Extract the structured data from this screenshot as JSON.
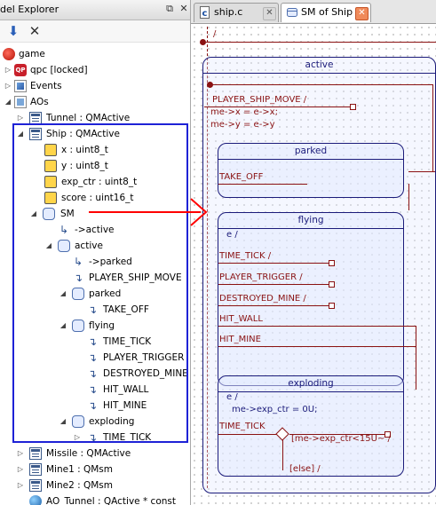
{
  "explorer": {
    "title": "del Explorer",
    "pin_icon": "pin-icon",
    "close_icon": "close-icon",
    "toolbar": {
      "down_icon": "arrow-down-icon",
      "delete_icon": "delete-x-icon"
    }
  },
  "tree": {
    "game": "game",
    "qpc": "qpc [locked]",
    "events": "Events",
    "aos": "AOs",
    "tunnel": "Tunnel : QMActive",
    "ship": "Ship : QMActive",
    "attr_x": "x : uint8_t",
    "attr_y": "y : uint8_t",
    "attr_exp": "exp_ctr : uint8_t",
    "attr_score": "score : uint16_t",
    "sm": "SM",
    "sm_init": "->active",
    "active": "active",
    "active_init": "->parked",
    "player_ship_move": "PLAYER_SHIP_MOVE",
    "parked": "parked",
    "take_off": "TAKE_OFF",
    "flying": "flying",
    "time_tick": "TIME_TICK",
    "player_trigger": "PLAYER_TRIGGER",
    "destroyed_mine": "DESTROYED_MINE",
    "hit_wall": "HIT_WALL",
    "hit_mine": "HIT_MINE",
    "exploding": "exploding",
    "exploding_time_tick": "TIME_TICK",
    "missile": "Missile : QMActive",
    "mine1": "Mine1 : QMsm",
    "mine2": "Mine2 : QMsm",
    "ao_tunnel": "AO_Tunnel : QActive * const"
  },
  "tabs": [
    {
      "label": "ship.c",
      "active": false
    },
    {
      "label": "SM of Ship",
      "active": true
    }
  ],
  "diagram": {
    "top_init": "/",
    "active_name": "active",
    "psm_label": "PLAYER_SHIP_MOVE /",
    "psm_action1": "me->x = e->x;",
    "psm_action2": "me->y = e->y",
    "parked_name": "parked",
    "take_off": "TAKE_OFF",
    "flying_name": "flying",
    "flying_entry": "e /",
    "time_tick": "TIME_TICK /",
    "player_trigger": "PLAYER_TRIGGER /",
    "destroyed_mine": "DESTROYED_MINE /",
    "hit_wall": "HIT_WALL",
    "hit_mine": "HIT_MINE",
    "exploding_name": "exploding",
    "exploding_entry": "e /",
    "exploding_action": "me->exp_ctr = 0U;",
    "exp_time_tick": "TIME_TICK",
    "guard": "[me->exp_ctr<15U~ /",
    "else": "[else] /"
  },
  "colors": {
    "selection_box": "#1e22d6",
    "annotation_arrow": "#ff0000",
    "state_border": "#1b1b7a",
    "transition": "#8a1212"
  }
}
